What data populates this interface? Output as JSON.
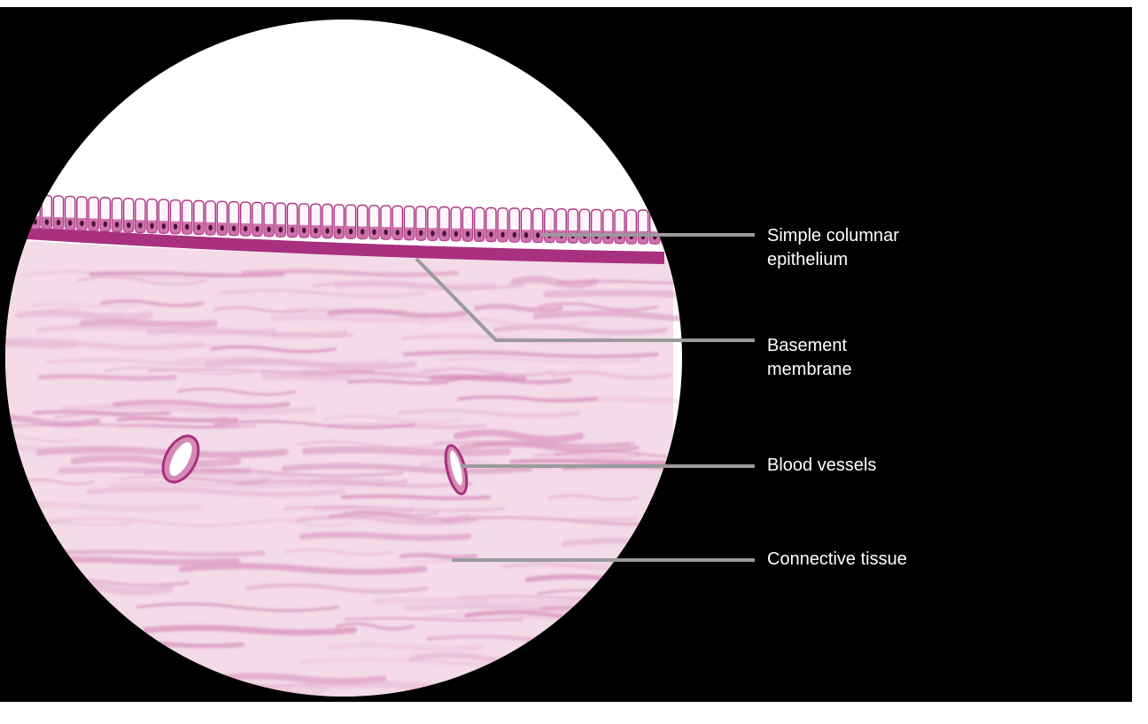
{
  "colors": {
    "background": "#000000",
    "page": "#ffffff",
    "field": "#ffffff",
    "stain_dark": "#a8307f",
    "stain_light": "#e7b8d4",
    "nuclei": "#4a1038",
    "leader_line": "#9a9a9a",
    "label_text": "#ffffff"
  },
  "labels": [
    {
      "id": "simple-columnar-epithelium",
      "lines": [
        "Simple columnar",
        "epithelium"
      ]
    },
    {
      "id": "basement-membrane",
      "lines": [
        "Basement",
        "membrane"
      ]
    },
    {
      "id": "blood-vessels",
      "lines": [
        "Blood vessels"
      ]
    },
    {
      "id": "connective-tissue",
      "lines": [
        "Connective tissue"
      ]
    }
  ]
}
